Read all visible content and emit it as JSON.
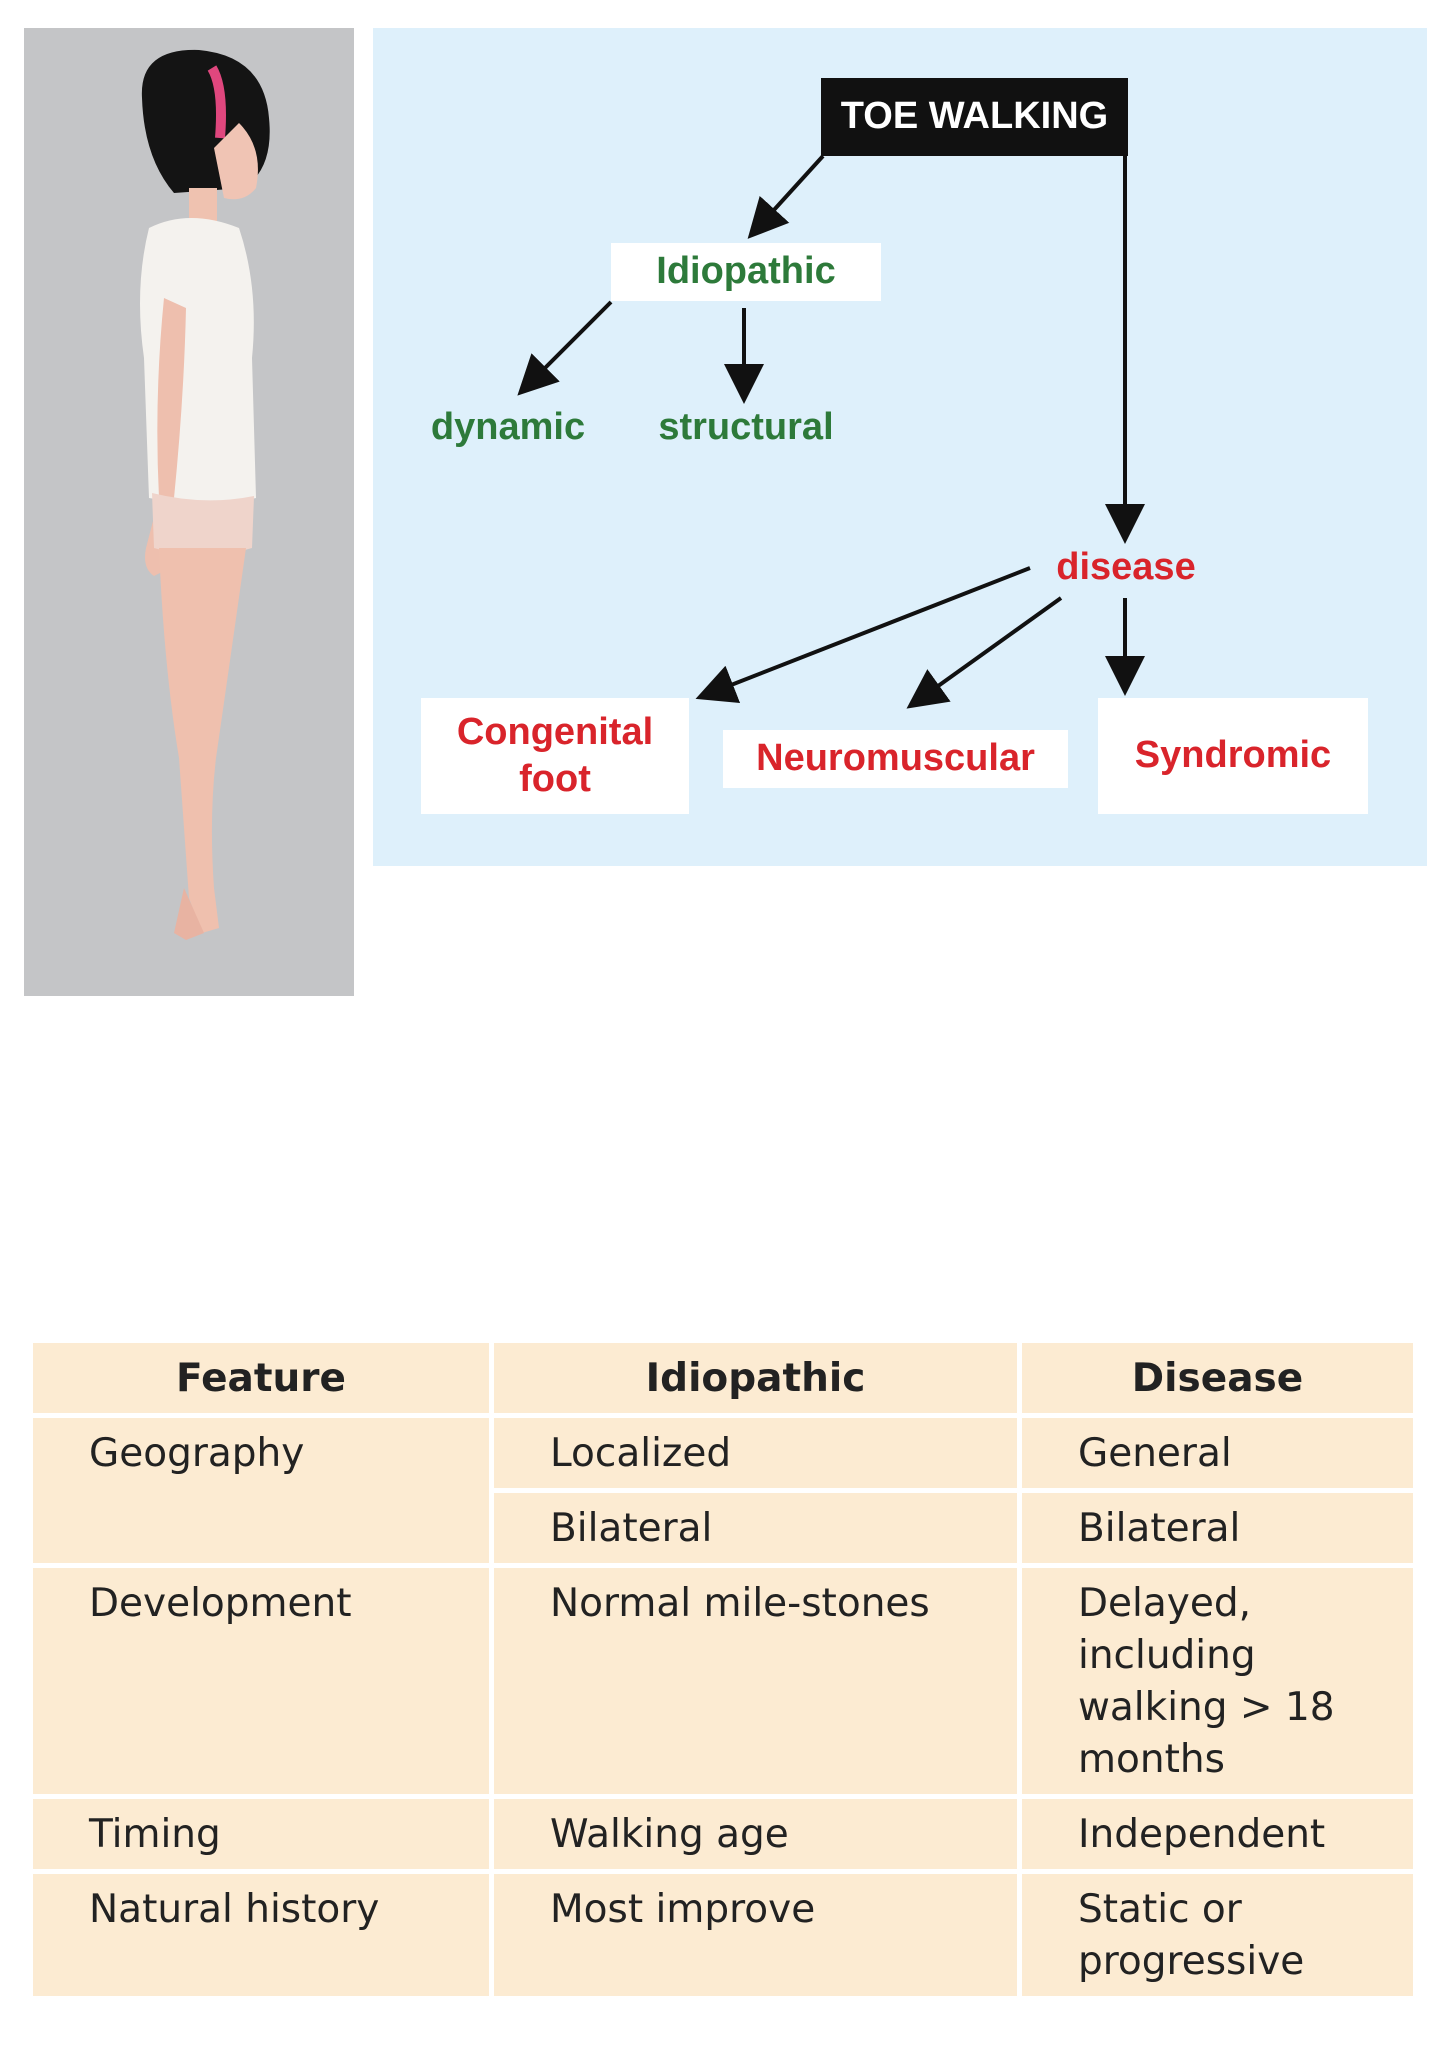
{
  "diagram": {
    "root": "TOE WALKING",
    "idiopathic": "Idiopathic",
    "dynamic": "dynamic",
    "structural": "structural",
    "disease": "disease",
    "congenital_foot": "Congenital foot",
    "neuromuscular": "Neuromuscular",
    "syndromic": "Syndromic"
  },
  "table": {
    "headers": [
      "Feature",
      "Idiopathic",
      "Disease"
    ],
    "rows": [
      {
        "feature": "Geography",
        "idiopathic": "Localized",
        "disease": "General"
      },
      {
        "feature": "",
        "idiopathic": "Bilateral",
        "disease": "Bilateral"
      },
      {
        "feature": "Development",
        "idiopathic": "Normal mile-stones",
        "disease": "Delayed, including walking > 18 months"
      },
      {
        "feature": "Timing",
        "idiopathic": "Walking age",
        "disease": "Independent"
      },
      {
        "feature": "Natural history",
        "idiopathic": "Most improve",
        "disease": "Static or progressive"
      }
    ]
  },
  "colors": {
    "panel_bg": "#def0fb",
    "green_text": "#2d7a3a",
    "red_text": "#d9242b",
    "table_cell": "#fcebd2"
  }
}
